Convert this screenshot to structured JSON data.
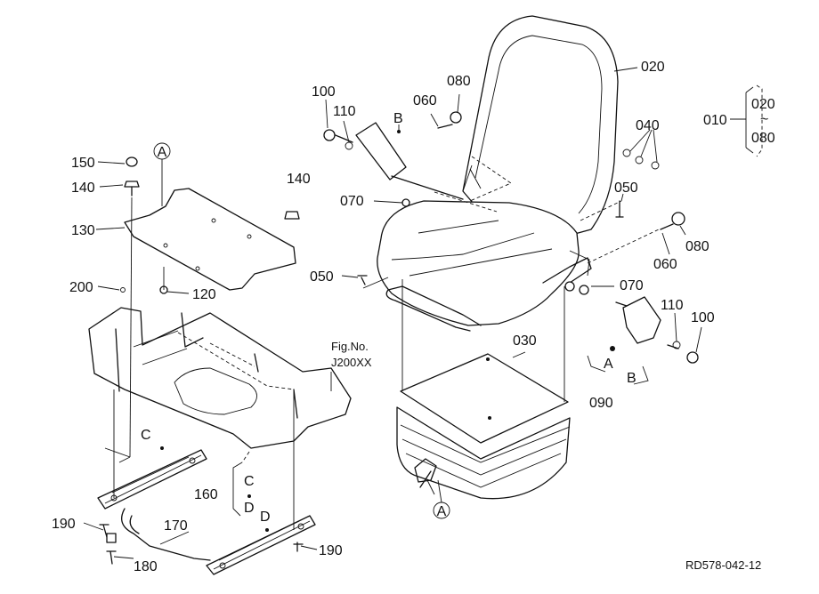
{
  "labels": {
    "p010": "010",
    "p020": "020",
    "p020_range": "020",
    "tilde": "~",
    "p080_range": "080",
    "p030": "030",
    "p040": "040",
    "p050a": "050",
    "p050b": "050",
    "p060a": "060",
    "p060b": "060",
    "p070a": "070",
    "p070b": "070",
    "p080a": "080",
    "p080b": "080",
    "p090": "090",
    "p100a": "100",
    "p100b": "100",
    "p110a": "110",
    "p110b": "110",
    "p120": "120",
    "p130": "130",
    "p140a": "140",
    "p140b": "140",
    "p150": "150",
    "p160": "160",
    "p170": "170",
    "p180": "180",
    "p190a": "190",
    "p190b": "190",
    "p200": "200",
    "ref_a_top": "A",
    "ref_a_bottom": "A",
    "ref_b_belt": "B",
    "ref_a_buckle": "A",
    "ref_b_buckle": "B",
    "ref_c": "C",
    "ref_d": "D",
    "ref_c_rail": "C",
    "ref_d_rail": "D",
    "fig_no": "Fig.No.",
    "fig_ref": "J200XX",
    "drawing_code": "RD578-042-12"
  }
}
